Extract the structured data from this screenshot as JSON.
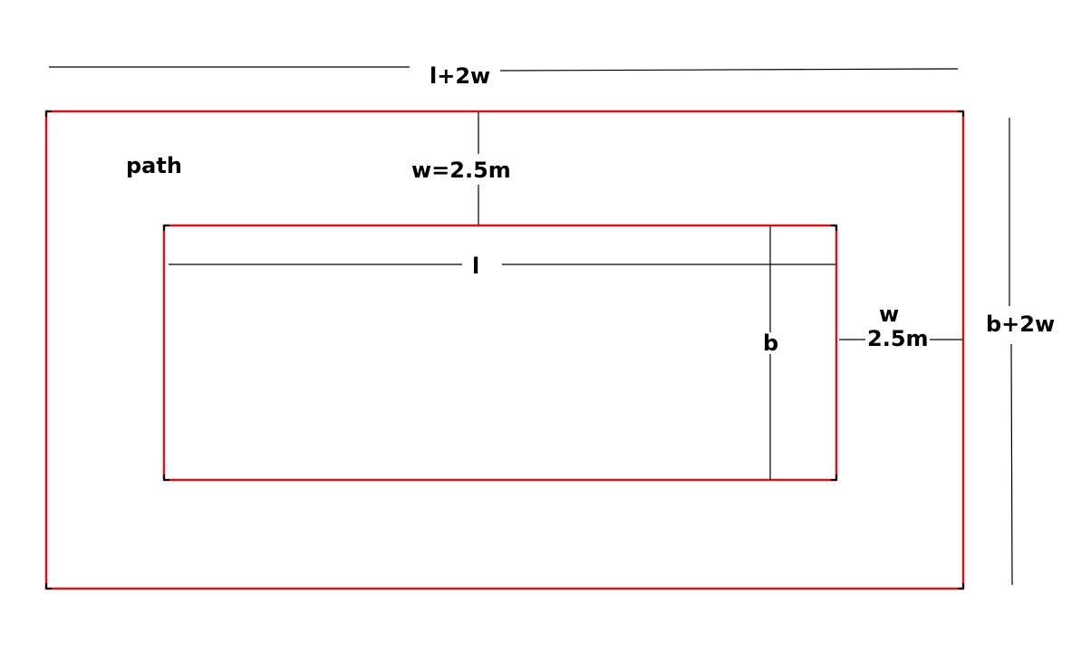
{
  "diagram": {
    "labels": {
      "outer_length": "l+2w",
      "outer_breadth": "b+2w",
      "path": "path",
      "top_width": "w=2.5m",
      "inner_length": "l",
      "inner_breadth": "b",
      "side_width_symbol": "w",
      "side_width_value": "2.5m"
    },
    "colors": {
      "rectangle_stroke": "#d0161f",
      "dimension_line": "#000000",
      "background": "#ffffff"
    }
  }
}
